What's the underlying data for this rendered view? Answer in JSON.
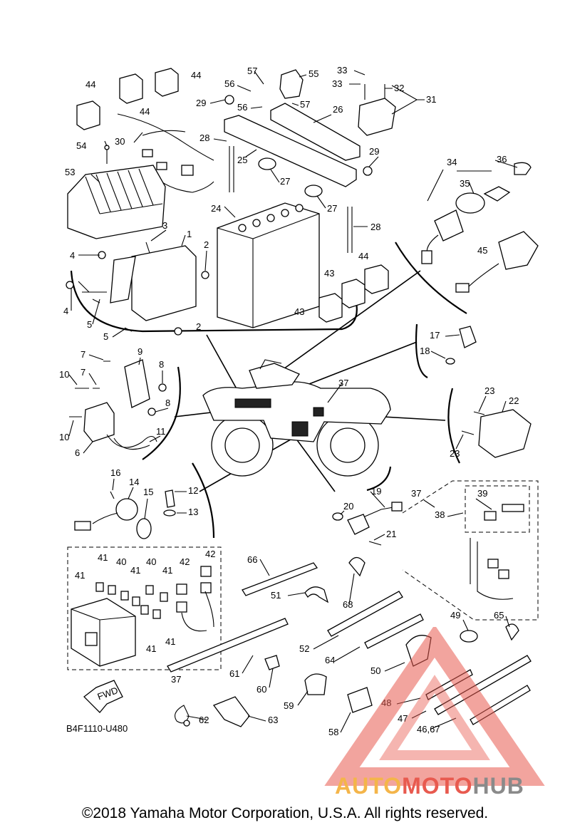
{
  "diagram": {
    "drawing_code": "B4F1110-U480",
    "fwd_label": "FWD",
    "copyright": "©2018 Yamaha Motor Corporation, U.S.A. All rights reserved.",
    "callouts": {
      "c1": "1",
      "c2a": "2",
      "c2b": "2",
      "c3": "3",
      "c4a": "4",
      "c4b": "4",
      "c5a": "5",
      "c5b": "5",
      "c6": "6",
      "c7a": "7",
      "c7b": "7",
      "c8a": "8",
      "c8b": "8",
      "c9": "9",
      "c10a": "10",
      "c10b": "10",
      "c11": "11",
      "c12": "12",
      "c13": "13",
      "c14": "14",
      "c15": "15",
      "c16": "16",
      "c17": "17",
      "c18": "18",
      "c19": "19",
      "c20": "20",
      "c21": "21",
      "c22": "22",
      "c23a": "23",
      "c23b": "23",
      "c24": "24",
      "c25": "25",
      "c26": "26",
      "c27a": "27",
      "c27b": "27",
      "c28a": "28",
      "c28b": "28",
      "c29a": "29",
      "c29b": "29",
      "c30": "30",
      "c31": "31",
      "c32": "32",
      "c33a": "33",
      "c33b": "33",
      "c34": "34",
      "c35": "35",
      "c36": "36",
      "c37a": "37",
      "c37b": "37",
      "c37c": "37",
      "c38": "38",
      "c39": "39",
      "c40a": "40",
      "c40b": "40",
      "c41a": "41",
      "c41b": "41",
      "c41c": "41",
      "c41d": "41",
      "c41e": "41",
      "c41f": "41",
      "c42a": "42",
      "c42b": "42",
      "c43a": "43",
      "c43b": "43",
      "c44a": "44",
      "c44b": "44",
      "c44c": "44",
      "c44d": "44",
      "c45": "45",
      "c46": "46,67",
      "c47": "47",
      "c48": "48",
      "c49": "49",
      "c50": "50",
      "c51": "51",
      "c52": "52",
      "c53": "53",
      "c54": "54",
      "c55": "55",
      "c56a": "56",
      "c56b": "56",
      "c57a": "57",
      "c57b": "57",
      "c58": "58",
      "c59": "59",
      "c60": "60",
      "c61": "61",
      "c62": "62",
      "c63": "63",
      "c64": "64",
      "c65": "65",
      "c66": "66",
      "c68": "68"
    }
  },
  "watermark": {
    "part1": "AUTO",
    "part2": "MOTO",
    "part3": "HUB"
  },
  "colors": {
    "watermark_yellow": "#f4b54a",
    "watermark_red": "#e85a4f",
    "watermark_gray": "#8a8a8a"
  }
}
